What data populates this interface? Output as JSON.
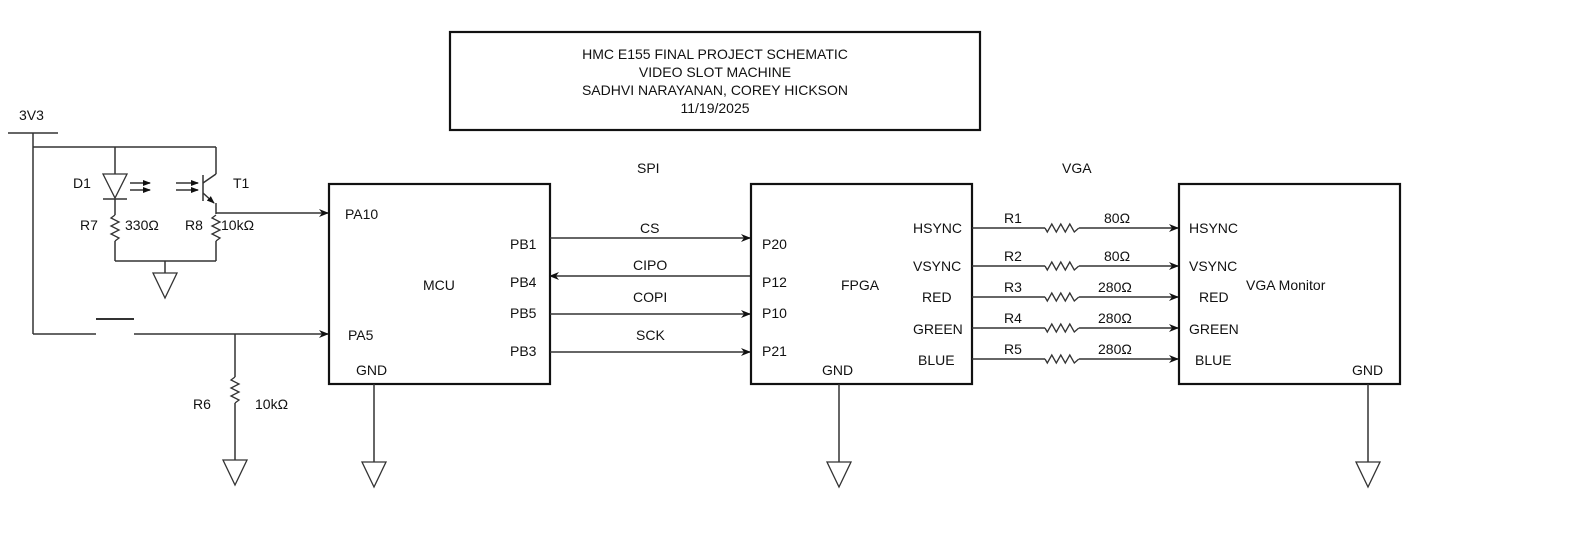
{
  "title_block": {
    "line1": "HMC E155 FINAL PROJECT SCHEMATIC",
    "line2": "VIDEO SLOT MACHINE",
    "line3": "SADHVI NARAYANAN, COREY HICKSON",
    "line4": "11/19/2025"
  },
  "power": {
    "rail_label": "3V3"
  },
  "input_circuit": {
    "diode": {
      "ref": "D1"
    },
    "phototransistor": {
      "ref": "T1"
    },
    "r7": {
      "ref": "R7",
      "value": "330Ω"
    },
    "r8": {
      "ref": "R8",
      "value": "10kΩ"
    },
    "r6": {
      "ref": "R6",
      "value": "10kΩ"
    }
  },
  "bus_labels": {
    "spi": "SPI",
    "vga": "VGA"
  },
  "mcu": {
    "name": "MCU",
    "pins": {
      "pa10": "PA10",
      "pa5": "PA5",
      "gnd": "GND",
      "pb1": "PB1",
      "pb4": "PB4",
      "pb5": "PB5",
      "pb3": "PB3"
    }
  },
  "spi_signals": [
    {
      "name": "CS",
      "direction": "mcu-to-fpga"
    },
    {
      "name": "CIPO",
      "direction": "fpga-to-mcu"
    },
    {
      "name": "COPI",
      "direction": "mcu-to-fpga"
    },
    {
      "name": "SCK",
      "direction": "mcu-to-fpga"
    }
  ],
  "fpga": {
    "name": "FPGA",
    "pins": {
      "p20": "P20",
      "p12": "P12",
      "p10": "P10",
      "p21": "P21",
      "gnd": "GND",
      "hsync": "HSYNC",
      "vsync": "VSYNC",
      "red": "RED",
      "green": "GREEN",
      "blue": "BLUE"
    }
  },
  "vga_resistors": [
    {
      "ref": "R1",
      "value": "80Ω"
    },
    {
      "ref": "R2",
      "value": "80Ω"
    },
    {
      "ref": "R3",
      "value": "280Ω"
    },
    {
      "ref": "R4",
      "value": "280Ω"
    },
    {
      "ref": "R5",
      "value": "280Ω"
    }
  ],
  "monitor": {
    "name": "VGA Monitor",
    "pins": {
      "hsync": "HSYNC",
      "vsync": "VSYNC",
      "red": "RED",
      "green": "GREEN",
      "blue": "BLUE",
      "gnd": "GND"
    }
  }
}
